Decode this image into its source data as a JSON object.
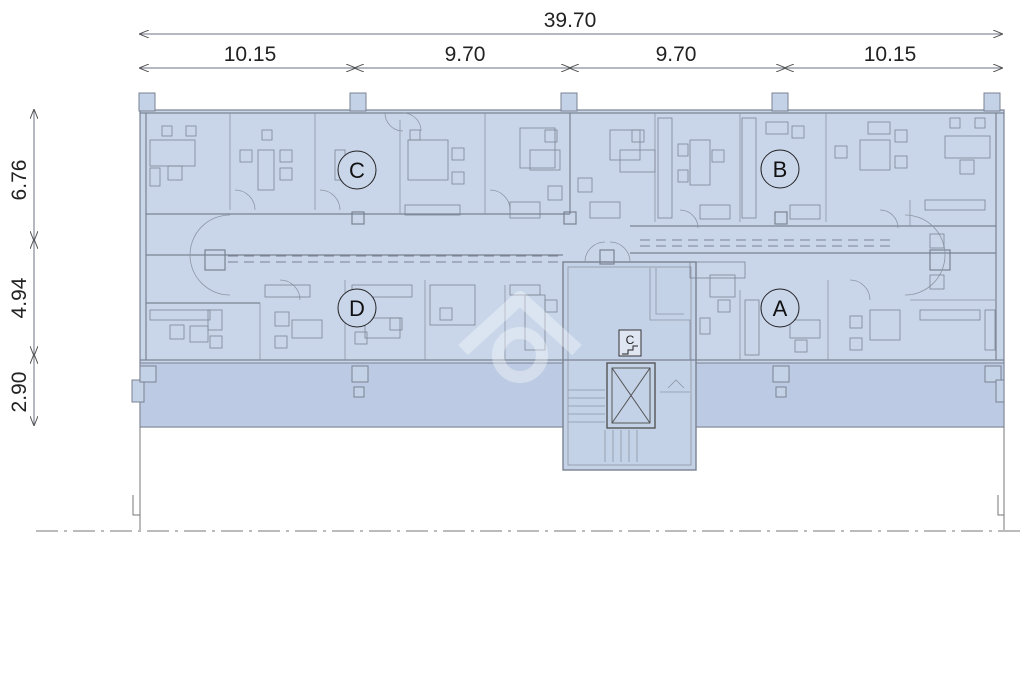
{
  "dimensions": {
    "total_width": "39.70",
    "segments": [
      "10.15",
      "9.70",
      "9.70",
      "10.15"
    ],
    "depths": [
      "6.76",
      "4.94",
      "2.90"
    ]
  },
  "zones": [
    "C",
    "B",
    "D",
    "A"
  ],
  "stair_symbol": "C",
  "colors": {
    "floor_fill": "#c9d6ea",
    "floor_fill_dark": "#bccbe3",
    "wall": "#7a8291",
    "dimension_line": "#555555"
  },
  "icons": [
    "elevator-icon",
    "stair-sign-icon",
    "watermark-logo-icon"
  ]
}
